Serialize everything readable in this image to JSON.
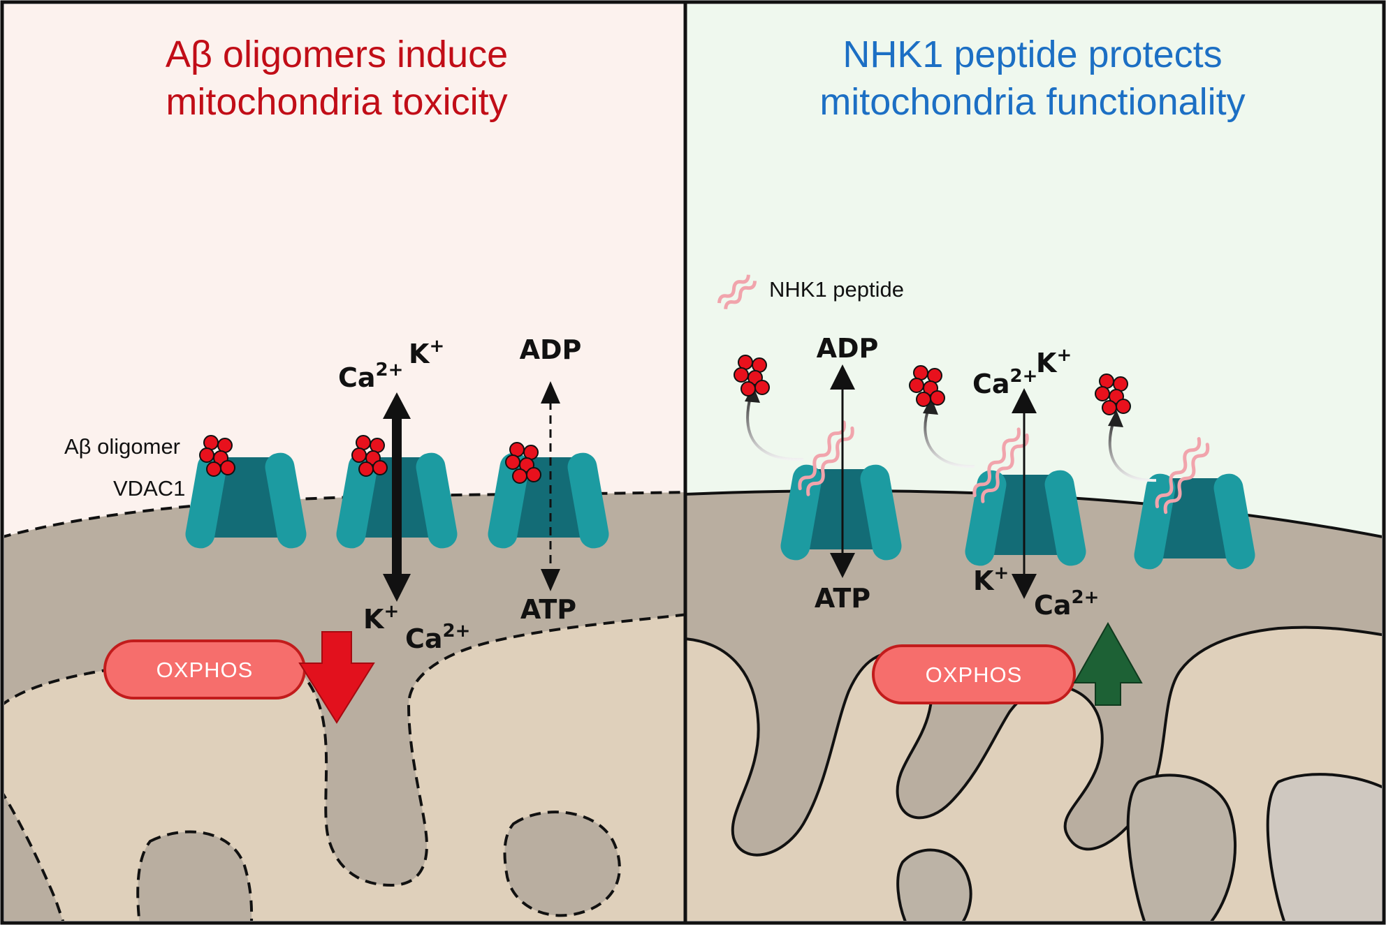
{
  "colors": {
    "left_bg": "#fcf2ee",
    "right_bg": "#eff8ee",
    "cytosol": "#b9aea0",
    "matrix": "#dfd0bb",
    "channel_light": "#1c9ba1",
    "channel_dark": "#136c76",
    "oligomer": "#e8111d",
    "peptide": "#f1a4ac",
    "oxphos_fill": "#f66e6c",
    "oxphos_stroke": "#c21c1c",
    "down_arrow": "#e2111d",
    "up_arrow": "#1d6135",
    "left_title": "#c10d17",
    "right_title": "#1c6fc4"
  },
  "left_panel": {
    "title_line1": "Aβ oligomers induce",
    "title_line2": "mitochondria toxicity",
    "oligomer_label": "Aβ oligomer",
    "vdac_label": "VDAC1",
    "channel2_ions_top": {
      "ca": "Ca",
      "ca_charge": "2+",
      "k": "K",
      "k_charge": "+"
    },
    "channel2_ions_bottom": {
      "k": "K",
      "k_charge": "+",
      "ca": "Ca",
      "ca_charge": "2+"
    },
    "channel3_top": "ADP",
    "channel3_bottom": "ATP",
    "oxphos": "OXPHOS",
    "oxphos_trend": "decrease"
  },
  "right_panel": {
    "title_line1": "NHK1 peptide protects",
    "title_line2": "mitochondria functionality",
    "peptide_label": "NHK1 peptide",
    "channel1_top": "ADP",
    "channel1_bottom": "ATP",
    "channel2_ions_top": {
      "ca": "Ca",
      "ca_charge": "2+",
      "k": "K",
      "k_charge": "+"
    },
    "channel2_ions_bottom": {
      "k": "K",
      "k_charge": "+",
      "ca": "Ca",
      "ca_charge": "2+"
    },
    "oxphos": "OXPHOS",
    "oxphos_trend": "increase"
  }
}
